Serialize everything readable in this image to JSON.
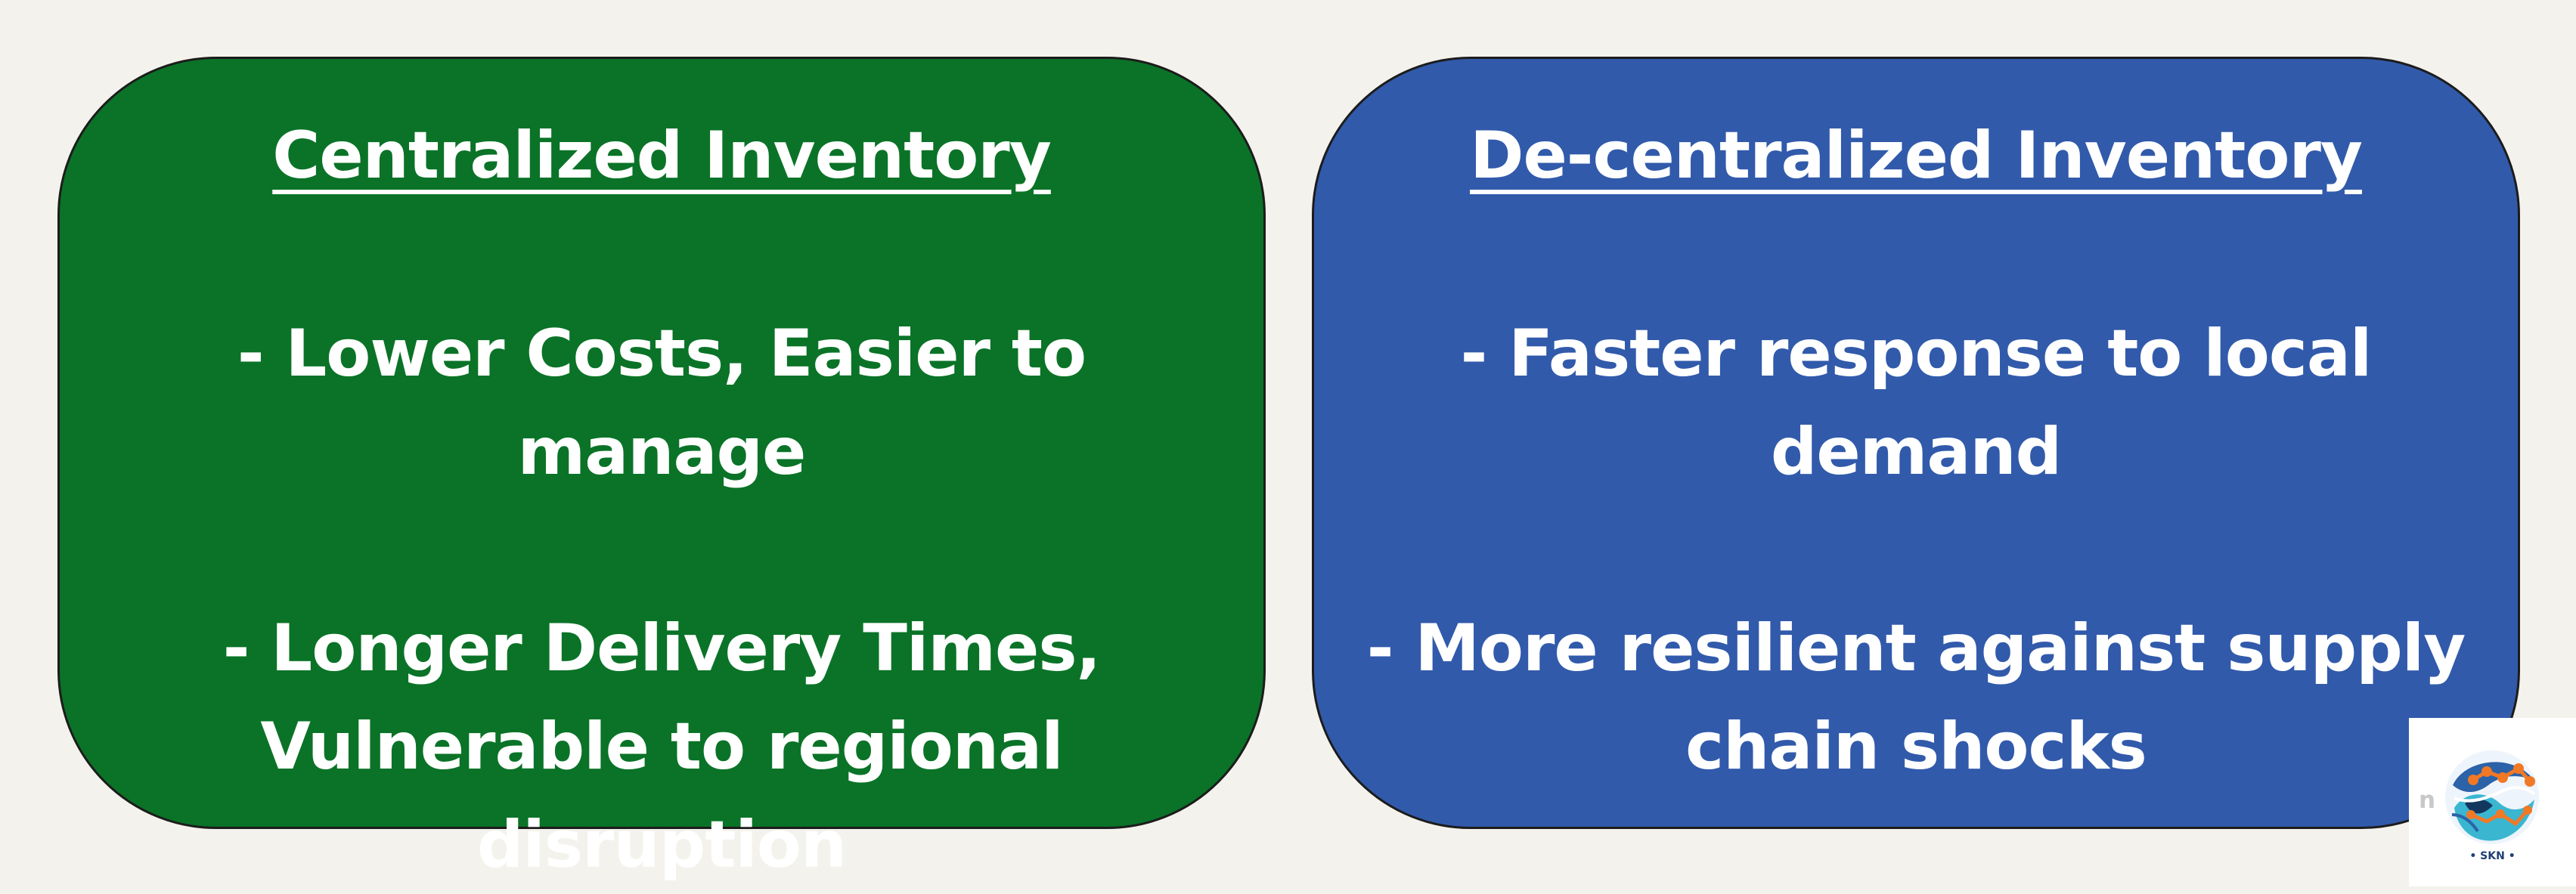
{
  "colors": {
    "background": "#f4f2ec",
    "left_card": "#0a7327",
    "right_card": "#315aab",
    "text": "#ffffff",
    "border": "#1c1c1c"
  },
  "left": {
    "title": "Centralized Inventory",
    "points": [
      "- Lower Costs, Easier to manage",
      "- Longer Delivery Times, Vulnerable to regional disruption"
    ]
  },
  "right": {
    "title": "De-centralized Inventory",
    "points": [
      "- Faster response to local demand",
      "- More resilient against supply chain shocks"
    ]
  },
  "badge": {
    "icon": "network-globe-logo",
    "label": "• SKN •"
  }
}
